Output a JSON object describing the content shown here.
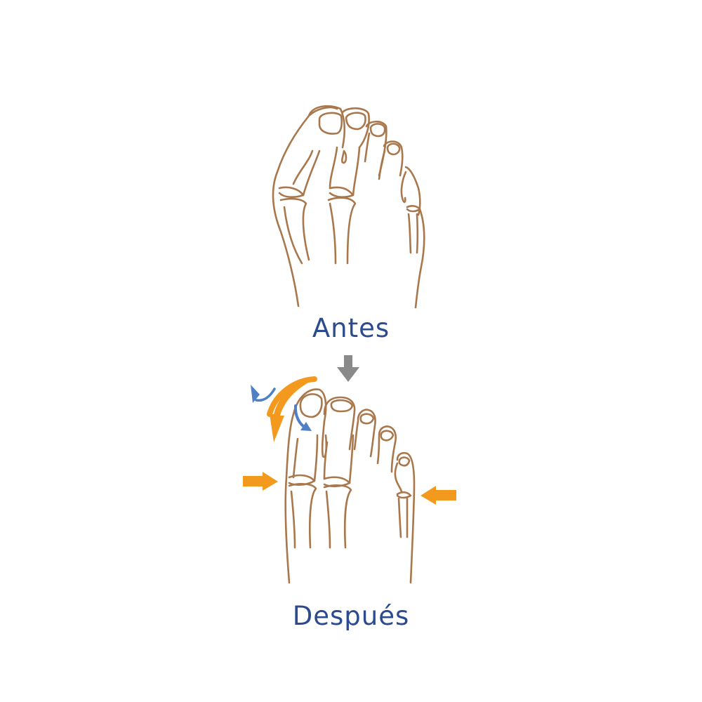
{
  "figure": {
    "type": "before-after foot illustration",
    "panels": [
      {
        "id": "before",
        "label": "Antes",
        "description": "Foot with bunion (hallux valgus): big toe angled toward other toes, bulging joint"
      },
      {
        "id": "after",
        "label": "Después",
        "description": "Corrected foot with toes straightened; arrows indicate corrective forces"
      }
    ],
    "arrows": [
      {
        "name": "downward-pressure-arrow",
        "color": "#8a8a8a",
        "direction": "down"
      },
      {
        "name": "curved-correction-arrow",
        "color": "#f39a1e",
        "direction": "counter-clockwise"
      },
      {
        "name": "blue-rotation-arrow-left",
        "color": "#4f7fc4",
        "direction": "up-left"
      },
      {
        "name": "blue-rotation-arrow-right",
        "color": "#4f7fc4",
        "direction": "down-right"
      },
      {
        "name": "left-compression-arrow",
        "color": "#f39a1e",
        "direction": "right"
      },
      {
        "name": "right-compression-arrow",
        "color": "#f39a1e",
        "direction": "left"
      }
    ],
    "colors": {
      "outline": "#a9774c",
      "label_text": "#2c4b8e",
      "orange_arrow": "#f39a1e",
      "blue_arrow": "#4f7fc4",
      "gray_arrow": "#8a8a8a"
    }
  }
}
